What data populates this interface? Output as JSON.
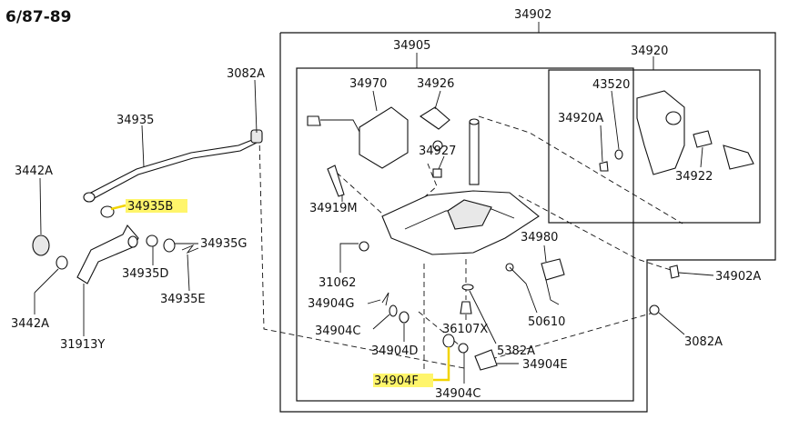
{
  "header": {
    "date_range": "6/87-89"
  },
  "highlight_color": "#fff56b",
  "labels": [
    {
      "id": "34902",
      "text": "34902"
    },
    {
      "id": "34905",
      "text": "34905"
    },
    {
      "id": "34920",
      "text": "34920"
    },
    {
      "id": "3082A_top",
      "text": "3082A"
    },
    {
      "id": "34935",
      "text": "34935"
    },
    {
      "id": "3442A_top",
      "text": "3442A"
    },
    {
      "id": "34935B",
      "text": "34935B",
      "highlighted": true
    },
    {
      "id": "34935G",
      "text": "34935G"
    },
    {
      "id": "34935D",
      "text": "34935D"
    },
    {
      "id": "34935E",
      "text": "34935E"
    },
    {
      "id": "3442A_bot",
      "text": "3442A"
    },
    {
      "id": "31913Y",
      "text": "31913Y"
    },
    {
      "id": "34970",
      "text": "34970"
    },
    {
      "id": "34926",
      "text": "34926"
    },
    {
      "id": "34927",
      "text": "34927"
    },
    {
      "id": "34919M",
      "text": "34919M"
    },
    {
      "id": "43520",
      "text": "43520"
    },
    {
      "id": "34920A",
      "text": "34920A"
    },
    {
      "id": "34922",
      "text": "34922"
    },
    {
      "id": "34980",
      "text": "34980"
    },
    {
      "id": "31062",
      "text": "31062"
    },
    {
      "id": "34904G",
      "text": "34904G"
    },
    {
      "id": "34904C_left",
      "text": "34904C"
    },
    {
      "id": "36107X",
      "text": "36107X"
    },
    {
      "id": "34904D",
      "text": "34904D"
    },
    {
      "id": "5382A",
      "text": "5382A"
    },
    {
      "id": "50610",
      "text": "50610"
    },
    {
      "id": "34902A",
      "text": "34902A"
    },
    {
      "id": "3082A_right",
      "text": "3082A"
    },
    {
      "id": "34904F",
      "text": "34904F",
      "highlighted": true
    },
    {
      "id": "34904E",
      "text": "34904E"
    },
    {
      "id": "34904C_bot",
      "text": "34904C"
    }
  ]
}
